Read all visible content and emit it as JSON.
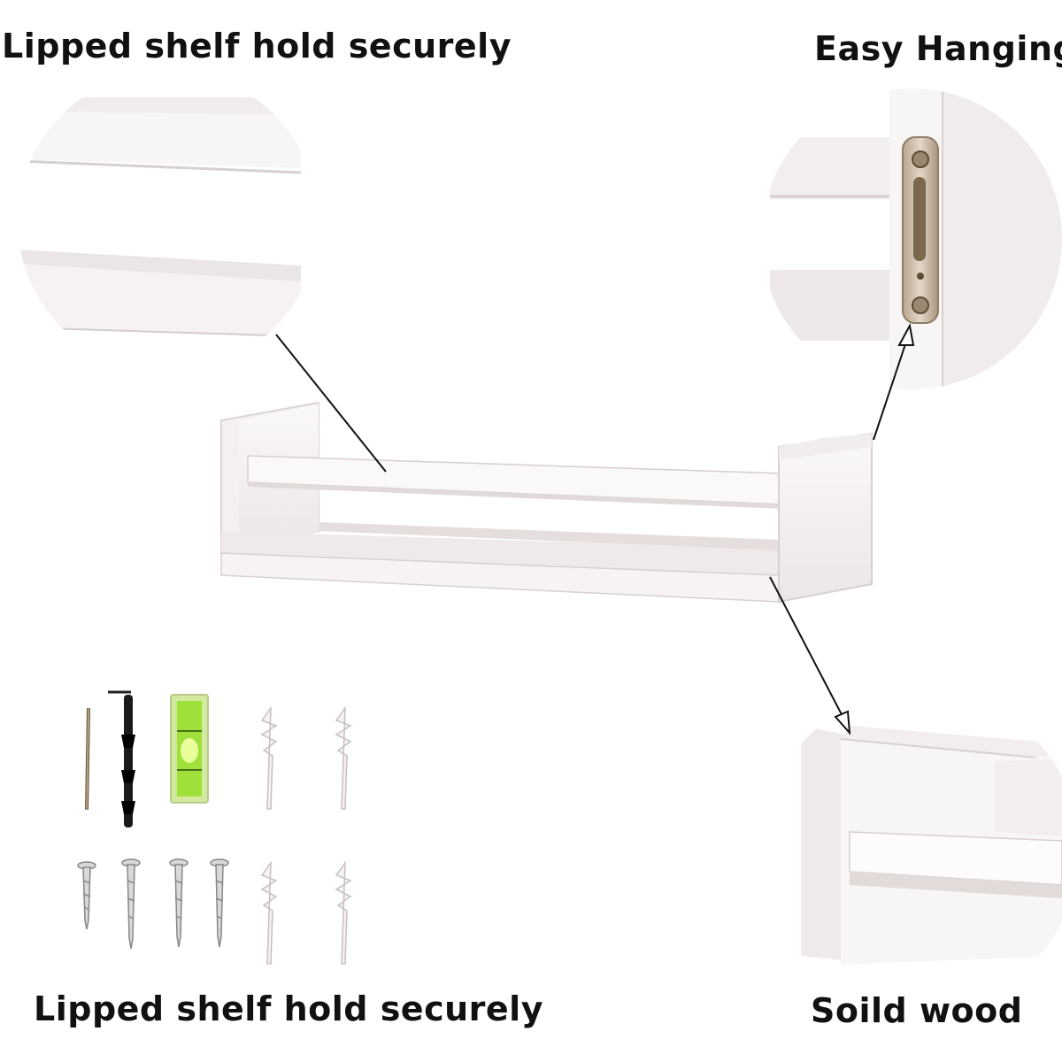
{
  "captions": {
    "top_left": "Lipped shelf hold securely",
    "top_right": "Easy Hanging",
    "bottom_left": "Lipped shelf hold securely",
    "bottom_right": "Soild wood"
  },
  "colors": {
    "background": "#ffffff",
    "shelf_wood": "#f7f3f3",
    "shelf_shadow": "#e4dede",
    "hanger_metal": "#c9b9a6",
    "level_green": "#b8e83a",
    "arrow_line": "#111111"
  }
}
